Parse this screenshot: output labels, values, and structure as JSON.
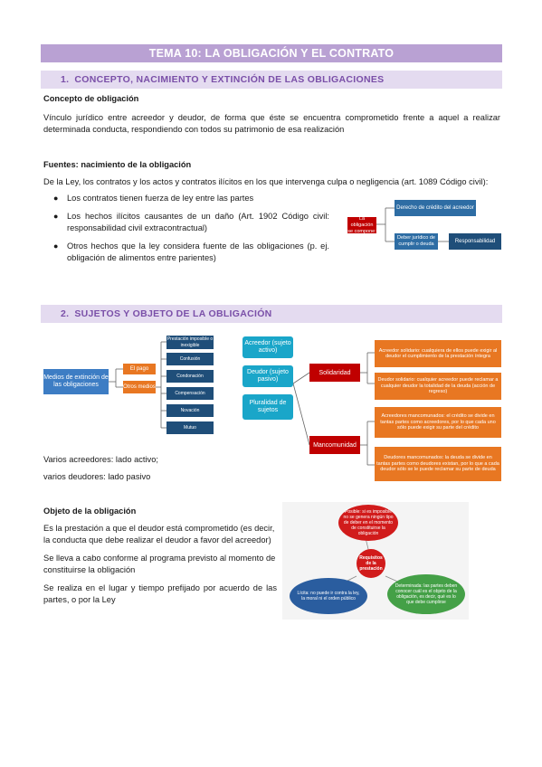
{
  "title": "TEMA 10: LA OBLIGACIÓN Y EL CONTRATO",
  "sections": [
    {
      "num": "1.",
      "label": "CONCEPTO, NACIMIENTO Y EXTINCIÓN DE LAS OBLIGACIONES"
    },
    {
      "num": "2.",
      "label": "SUJETOS Y OBJETO DE LA OBLIGACIÓN"
    }
  ],
  "concepto": {
    "heading": "Concepto de obligación",
    "text": "Vínculo jurídico entre acreedor y deudor, de forma que éste se encuentra comprometido frente a aquel a realizar determinada conducta, respondiendo con todos su patrimonio de esa realización"
  },
  "fuentes": {
    "heading": "Fuentes: nacimiento de la obligación",
    "intro": "De la Ley, los contratos y los actos y contratos ilícitos en los que intervenga culpa o negligencia (art. 1089 Código civil):",
    "bullets": [
      "Los contratos tienen fuerza de ley entre las partes",
      "Los hechos ilícitos causantes de un daño (Art. 1902 Código civil: responsabilidad civil extracontractual)",
      "Otros hechos que la ley considera fuente de las obligaciones (p. ej. obligación de alimentos entre parientes)"
    ]
  },
  "diagram1": {
    "center": "La obligación se compone:",
    "top": "Derecho de crédito del acreedor",
    "bottom_left": "Deber jurídico de cumplir o deuda",
    "bottom_right": "Responsabilidad"
  },
  "diagram2": {
    "root": "Medios de extinción de las obligaciones",
    "mid": [
      "El pago",
      "Otros medios"
    ],
    "leaves": [
      "Prestación imposible o inexigible",
      "Confusión",
      "Condonación",
      "Compensación",
      "Novación",
      "Mutuo"
    ]
  },
  "diagram3": {
    "left": [
      "Acreedor (sujeto activo)",
      "Deudor (sujeto pasivo)",
      "Pluralidad de sujetos"
    ],
    "mid": [
      "Solidaridad",
      "Mancomunidad"
    ],
    "right": [
      "Acreedor solidario: cualquiera de ellos puede exigir al deudor el cumplimiento de la prestación íntegra",
      "Deudor solidario: cualquier acreedor puede reclamar a cualquier deudor la totalidad de la deuda (acción de regreso)",
      "Acreedores mancomunados: el crédito se divide en tantas partes como acreedores, por lo que cada uno sólo puede exigir su parte del crédito",
      "Deudores mancomunados: la deuda se divide en tantas partes como deudores existan, por lo que a cada deudor sólo se le puede reclamar su parte de deuda"
    ]
  },
  "sujetos": {
    "line1": "Varios acreedores: lado activo;",
    "line2": "varios deudores: lado pasivo"
  },
  "objeto": {
    "heading": "Objeto de la obligación",
    "paras": [
      "Es la prestación a que el deudor está comprometido (es decir, la conducta que debe realizar el deudor a favor del acreedor)",
      "Se lleva a cabo conforme al programa previsto al momento de constituirse la obligación",
      "Se realiza en el lugar y tiempo prefijado por acuerdo de las partes, o por la Ley"
    ]
  },
  "diagram4": {
    "center": "Requisitos de la prestación",
    "top": "Posible: si es imposible no se genera ningún tipo de deber en el momento de constituirse la obligación",
    "left": "Lícita: no puede ir contra la ley, la moral ni el orden público",
    "right": "Determinada: las partes deben conocer cuál es el objeto de la obligación, es decir, qué es lo que debe cumplirse"
  }
}
